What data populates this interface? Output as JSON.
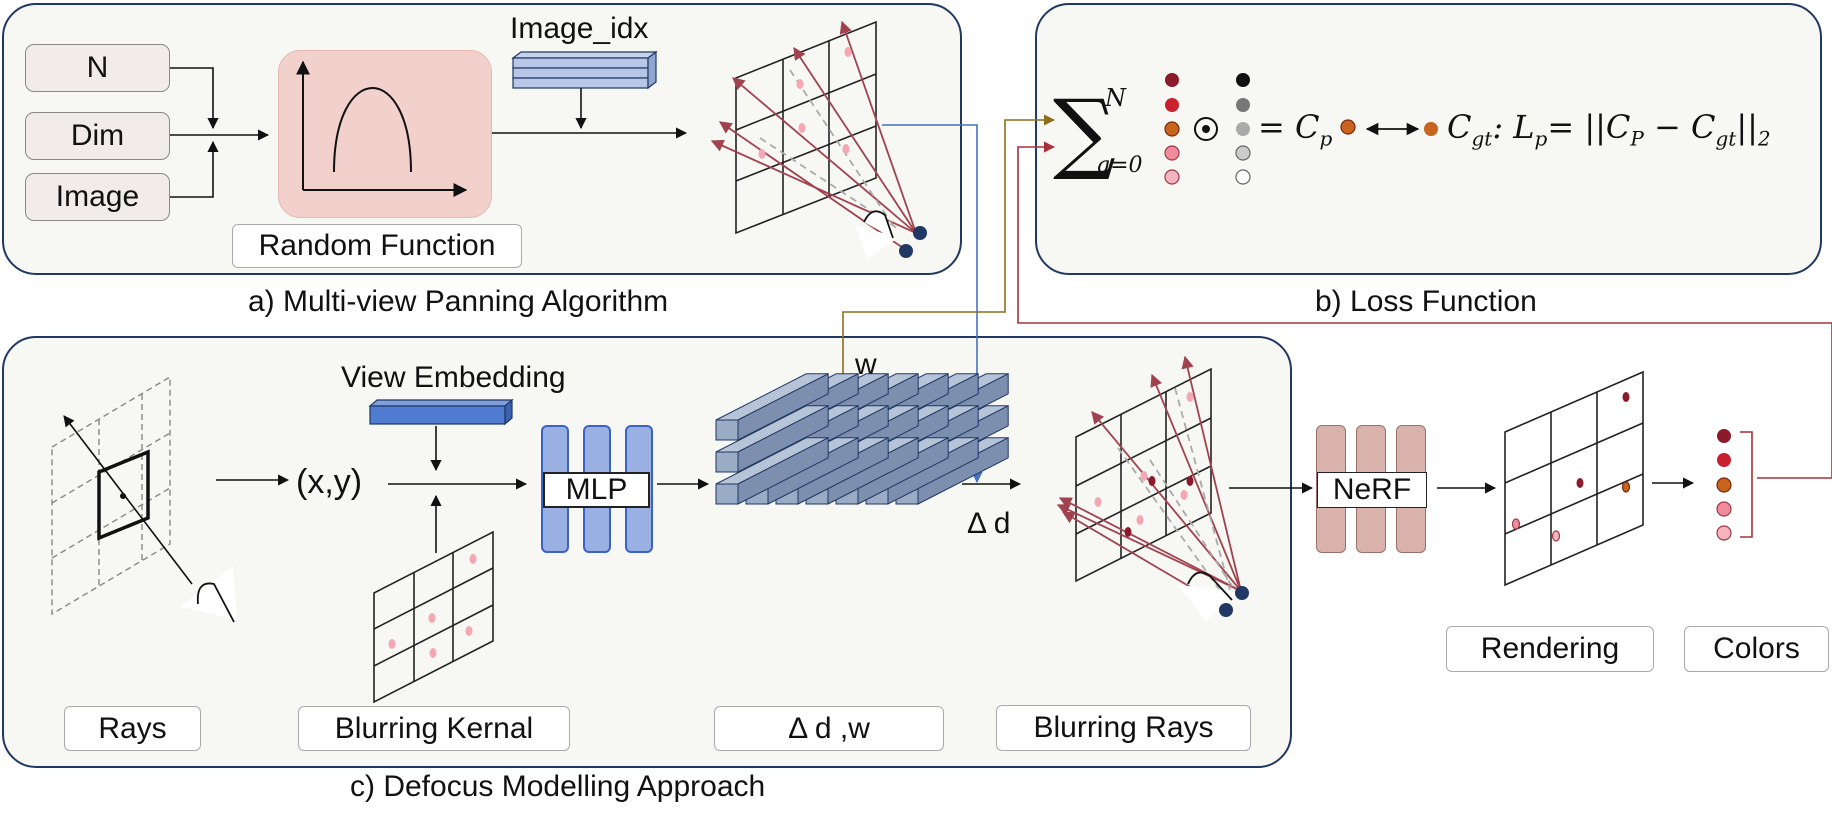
{
  "panel_a": {
    "caption": "a) Multi-view Panning Algorithm",
    "inputs": [
      "N",
      "Dim",
      "Image"
    ],
    "random_function_label": "Random Function",
    "image_idx_label": "Image_idx"
  },
  "panel_b": {
    "caption": "b) Loss Function",
    "sum_upper": "N",
    "sum_lower": "q=0",
    "equation_rhs": "= C",
    "cp_sub": "p",
    "cgt": "C",
    "cgt_sub": "gt",
    "loss": ": L",
    "loss_sub": "p",
    "loss_rhs": "= ||C",
    "loss_rhs_sub1": "P",
    "loss_minus": " − C",
    "loss_rhs_sub2": "gt",
    "norm_end": "||",
    "norm_sub": "2"
  },
  "panel_c": {
    "caption": "c) Defocus Modelling Approach",
    "rays_label": "Rays",
    "xy_label": "(x,y)",
    "view_embedding_label": "View Embedding",
    "blurring_kernel_label": "Blurring Kernal",
    "mlp_label": "MLP",
    "w_label": "w",
    "delta_d_label": "Δ d",
    "delta_d_w_label": "Δ d  ,w",
    "blurring_rays_label": "Blurring Rays"
  },
  "right": {
    "nerf_label": "NeRF",
    "rendering_label": "Rendering",
    "colors_label": "Colors"
  },
  "colors": {
    "panel_border": "#1f3864",
    "panel_fill": "#f7f7f3",
    "blue_line": "#4472c4",
    "olive_line": "#8b6f1a",
    "red_line": "#a8323c",
    "ray_red": "#a0434f",
    "dark_blue_dot": "#1f3864",
    "dot_series": [
      "#8b1a2b",
      "#c8202d",
      "#c8641e",
      "#f08c9b",
      "#f5b4be"
    ],
    "gray_series": [
      "#111111",
      "#777777",
      "#aaaaaa",
      "#cccccc",
      "#ffffff"
    ]
  }
}
